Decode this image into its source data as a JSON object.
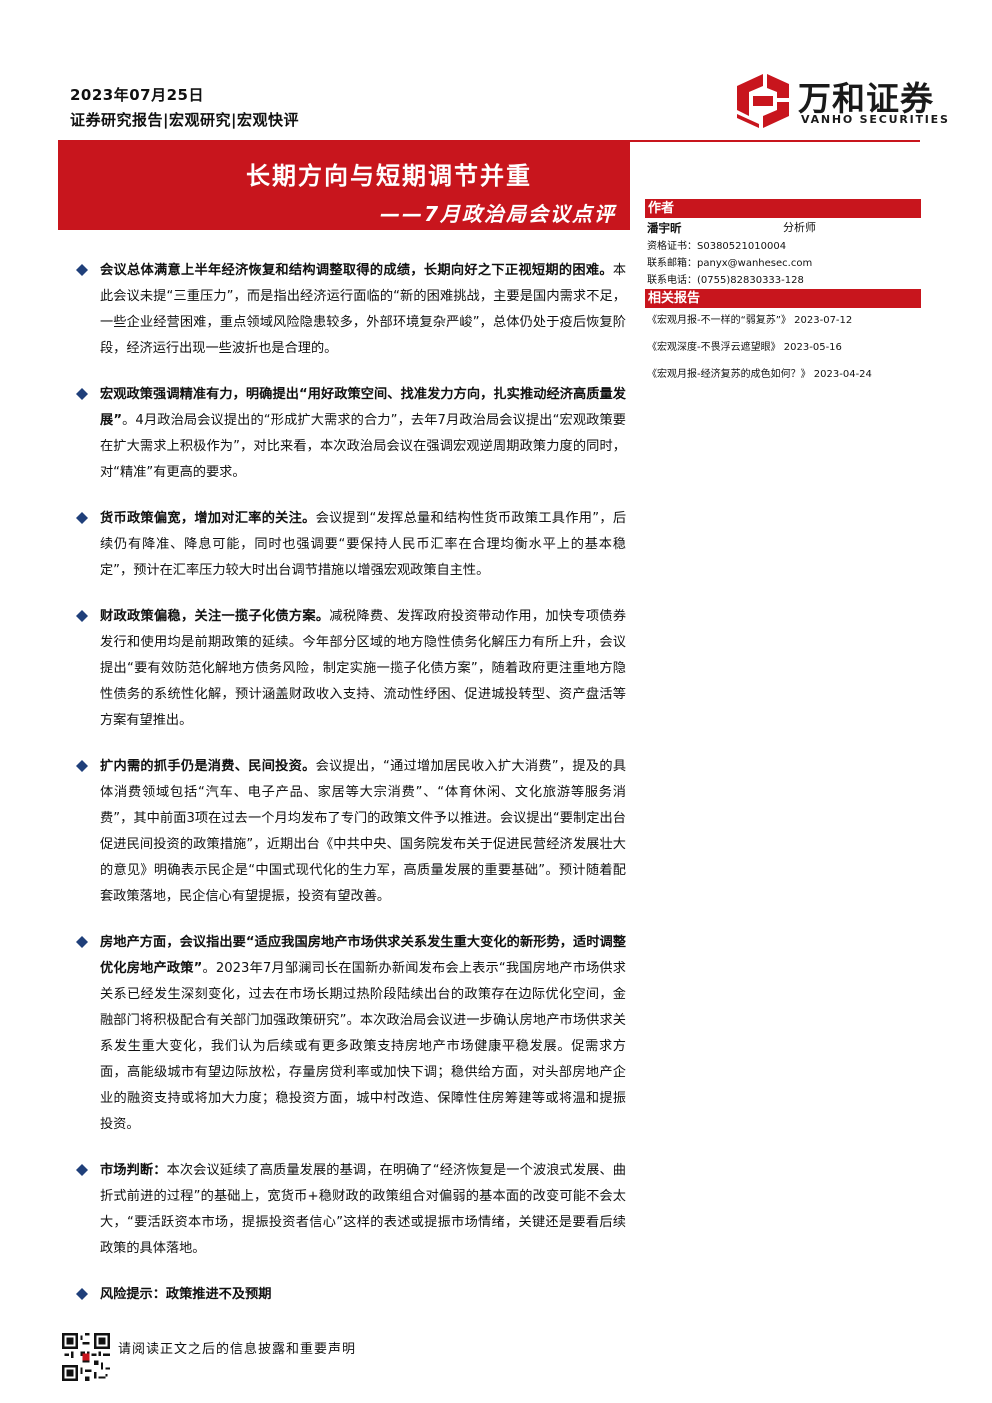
{
  "header": {
    "date": "2023年07月25日",
    "category": "证券研究报告|宏观研究|宏观快评",
    "logo_name": "万和证券",
    "logo_en": "VANHO SECURITIES",
    "accent_color": "#c8151d"
  },
  "banner": {
    "title": "长期方向与短期调节并重",
    "subtitle": "——7月政治局会议点评"
  },
  "sidebar": {
    "author_heading": "作者",
    "author_name": "潘宇昕",
    "author_role": "分析师",
    "license": "资格证书：S0380521010004",
    "email": "联系邮箱：panyx@wanhesec.com",
    "phone": "联系电话：(0755)82830333-128",
    "reports_heading": "相关报告",
    "reports": [
      "《宏观月报-不一样的“弱复苏”》 2023-07-12",
      "《宏观深度-不畏浮云遮望眼》 2023-05-16",
      "《宏观月报-经济复苏的成色如何？》 2023-04-24"
    ]
  },
  "bullets": [
    {
      "bold": "会议总体满意上半年经济恢复和结构调整取得的成绩，长期向好之下正视短期的困难。",
      "text": "本此会议未提“三重压力”，而是指出经济运行面临的“新的困难挑战，主要是国内需求不足，一些企业经营困难，重点领域风险隐患较多，外部环境复杂严峻”，总体仍处于疫后恢复阶段，经济运行出现一些波折也是合理的。"
    },
    {
      "bold": "宏观政策强调精准有力，明确提出“用好政策空间、找准发力方向，扎实推动经济高质量发展”",
      "text": "。4月政治局会议提出的“形成扩大需求的合力”，去年7月政治局会议提出“宏观政策要在扩大需求上积极作为”，对比来看，本次政治局会议在强调宏观逆周期政策力度的同时，对“精准”有更高的要求。"
    },
    {
      "bold": "货币政策偏宽，增加对汇率的关注。",
      "text": "会议提到“发挥总量和结构性货币政策工具作用”，后续仍有降准、降息可能，同时也强调要“要保持人民币汇率在合理均衡水平上的基本稳定”，预计在汇率压力较大时出台调节措施以增强宏观政策自主性。"
    },
    {
      "bold": "财政政策偏稳，关注一揽子化债方案。",
      "text": "减税降费、发挥政府投资带动作用，加快专项债券发行和使用均是前期政策的延续。今年部分区域的地方隐性债务化解压力有所上升，会议提出“要有效防范化解地方债务风险，制定实施一揽子化债方案”，随着政府更注重地方隐性债务的系统性化解，预计涵盖财政收入支持、流动性纾困、促进城投转型、资产盘活等方案有望推出。"
    },
    {
      "bold": "扩内需的抓手仍是消费、民间投资。",
      "text": "会议提出，“通过增加居民收入扩大消费”，提及的具体消费领域包括“汽车、电子产品、家居等大宗消费”、“体育休闲、文化旅游等服务消费”，其中前面3项在过去一个月均发布了专门的政策文件予以推进。会议提出“要制定出台促进民间投资的政策措施”，近期出台《中共中央、国务院发布关于促进民营经济发展壮大的意见》明确表示民企是“中国式现代化的生力军，高质量发展的重要基础”。预计随着配套政策落地，民企信心有望提振，投资有望改善。"
    },
    {
      "bold": "房地产方面，会议指出要“适应我国房地产市场供求关系发生重大变化的新形势，适时调整优化房地产政策”",
      "text": "。2023年7月邹澜司长在国新办新闻发布会上表示“我国房地产市场供求关系已经发生深刻变化，过去在市场长期过热阶段陆续出台的政策存在边际优化空间，金融部门将积极配合有关部门加强政策研究”。本次政治局会议进一步确认房地产市场供求关系发生重大变化，我们认为后续或有更多政策支持房地产市场健康平稳发展。促需求方面，高能级城市有望边际放松，存量房贷利率或加快下调；稳供给方面，对头部房地产企业的融资支持或将加大力度；稳投资方面，城中村改造、保障性住房筹建等或将温和提振投资。"
    },
    {
      "bold": "市场判断：",
      "text": "本次会议延续了高质量发展的基调，在明确了“经济恢复是一个波浪式发展、曲折式前进的过程”的基础上，宽货币+稳财政的政策组合对偏弱的基本面的改变可能不会太大，“要活跃资本市场，提振投资者信心”这样的表述或提振市场情绪，关键还是要看后续政策的具体落地。"
    },
    {
      "bold": "风险提示：政策推进不及预期",
      "text": ""
    }
  ],
  "footer": {
    "disclaimer": "请阅读正文之后的信息披露和重要声明"
  }
}
